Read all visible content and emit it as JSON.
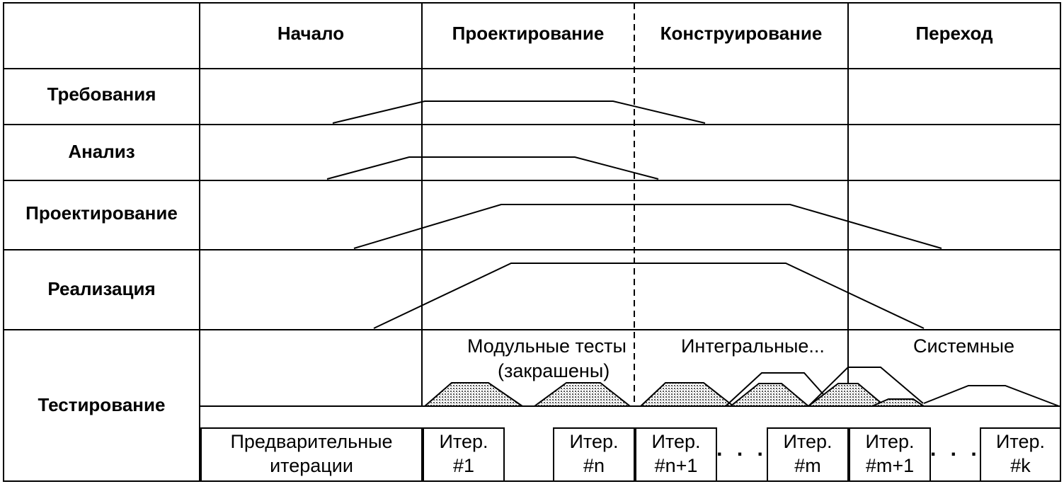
{
  "phases": [
    "Начало",
    "Проектирование",
    "Конструирование",
    "Переход"
  ],
  "workflows": [
    "Требования",
    "Анализ",
    "Проектирование",
    "Реализация",
    "Тестирование"
  ],
  "test_notes": {
    "unit": "Модульные тесты",
    "unit_sub": "(закрашены)",
    "integration": "Интегральные...",
    "system": "Системные"
  },
  "iterations": {
    "preliminary_line1": "Предварительные",
    "preliminary_line2": "итерации",
    "iter_label": "Итер.",
    "n1": "#1",
    "nn": "#n",
    "nn1": "#n+1",
    "nm": "#m",
    "nm1": "#m+1",
    "nk": "#k",
    "ellipsis": ". . ."
  },
  "colors": {
    "line": "#000000",
    "hatch": "#c8c8c8",
    "background": "#ffffff"
  }
}
